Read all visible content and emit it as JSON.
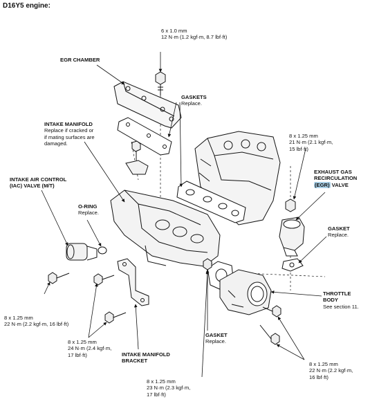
{
  "title": "D16Y5 engine:",
  "labels": {
    "bolt_top": {
      "lines": [
        "6 x 1.0 mm",
        "12 N·m (1.2 kgf·m, 8.7 lbf·ft)"
      ]
    },
    "egr_chamber": {
      "head": "EGR CHAMBER"
    },
    "gaskets": {
      "head": "GASKETS",
      "lines": [
        "Replace."
      ]
    },
    "intake_manifold": {
      "head": "INTAKE MANIFOLD",
      "lines": [
        "Replace if cracked or",
        "if mating surfaces are",
        "damaged."
      ]
    },
    "egr_bolt": {
      "lines": [
        "8 x 1.25 mm",
        "21 N·m (2.1 kgf·m,",
        "15 lbf·ft)"
      ]
    },
    "egr_valve": {
      "head": "EXHAUST GAS",
      "lines": [
        "RECIRCULATION"
      ],
      "last_pre": "",
      "last_hl": "(EGR)",
      "last_post": " VALVE"
    },
    "iac": {
      "head": "INTAKE AIR CONTROL",
      "lines": [
        "(IAC) VALVE (M/T)"
      ]
    },
    "oring": {
      "head": "O-RING",
      "lines": [
        "Replace."
      ]
    },
    "gasket_right": {
      "head": "GASKET",
      "lines": [
        "Replace."
      ]
    },
    "left_bolt": {
      "lines": [
        "8 x 1.25 mm",
        "22 N·m (2.2 kgf·m, 16 lbf·ft)"
      ]
    },
    "throttle": {
      "head": "THROTTLE",
      "lines": [
        "BODY",
        "See section 11."
      ]
    },
    "bracket_bolt": {
      "lines": [
        "8 x 1.25 mm",
        "24 N·m (2.4 kgf·m,",
        "17 lbf·ft)"
      ]
    },
    "bracket": {
      "head": "INTAKE MANIFOLD",
      "lines": [
        "BRACKET"
      ]
    },
    "gasket_bottom": {
      "head": "GASKET",
      "lines": [
        "Replace."
      ]
    },
    "bottom_bolt": {
      "lines": [
        "8 x 1.25 mm",
        "23 N·m (2.3 kgf·m,",
        "17 lbf·ft)"
      ]
    },
    "right_bolt": {
      "lines": [
        "8 x 1.25 mm",
        "22 N·m (2.2 kgf·m,",
        "16 lbf·ft)"
      ]
    }
  },
  "colors": {
    "line": "#111111",
    "highlight": "#a9cfe6"
  }
}
